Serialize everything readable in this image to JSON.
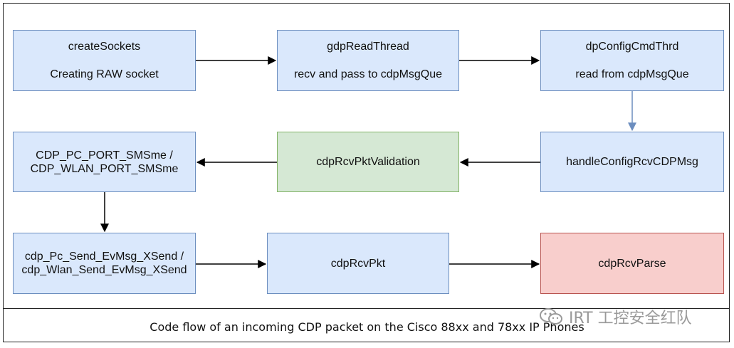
{
  "boxes": {
    "create_sockets": {
      "title": "createSockets",
      "desc": "Creating RAW socket"
    },
    "gdp_read_thread": {
      "title": "gdpReadThread",
      "desc": "recv and pass to cdpMsgQue"
    },
    "dp_config_cmd_thrd": {
      "title": "dpConfigCmdThrd",
      "desc": "read from cdpMsgQue"
    },
    "handle_config": {
      "label": "handleConfigRcvCDPMsg"
    },
    "validation": {
      "label": "cdpRcvPktValidation"
    },
    "sm_sme": {
      "line1": "CDP_PC_PORT_SMSme /",
      "line2": "CDP_WLAN_PORT_SMSme"
    },
    "xsend": {
      "line1": "cdp_Pc_Send_EvMsg_XSend /",
      "line2": "cdp_Wlan_Send_EvMsg_XSend"
    },
    "rcv_pkt": {
      "label": "cdpRcvPkt"
    },
    "rcv_parse": {
      "label": "cdpRcvParse"
    }
  },
  "colors": {
    "blue_fill": "#dae8fc",
    "green_fill": "#d5e8d4",
    "red_fill": "#f8cecc",
    "vertical_arrow": "#6c8ebf"
  },
  "caption": "Code flow of an incoming CDP packet on the Cisco 88xx and 78xx IP Phones",
  "watermark": {
    "text": "IRT 工控安全红队",
    "icon": "wechat-icon"
  }
}
